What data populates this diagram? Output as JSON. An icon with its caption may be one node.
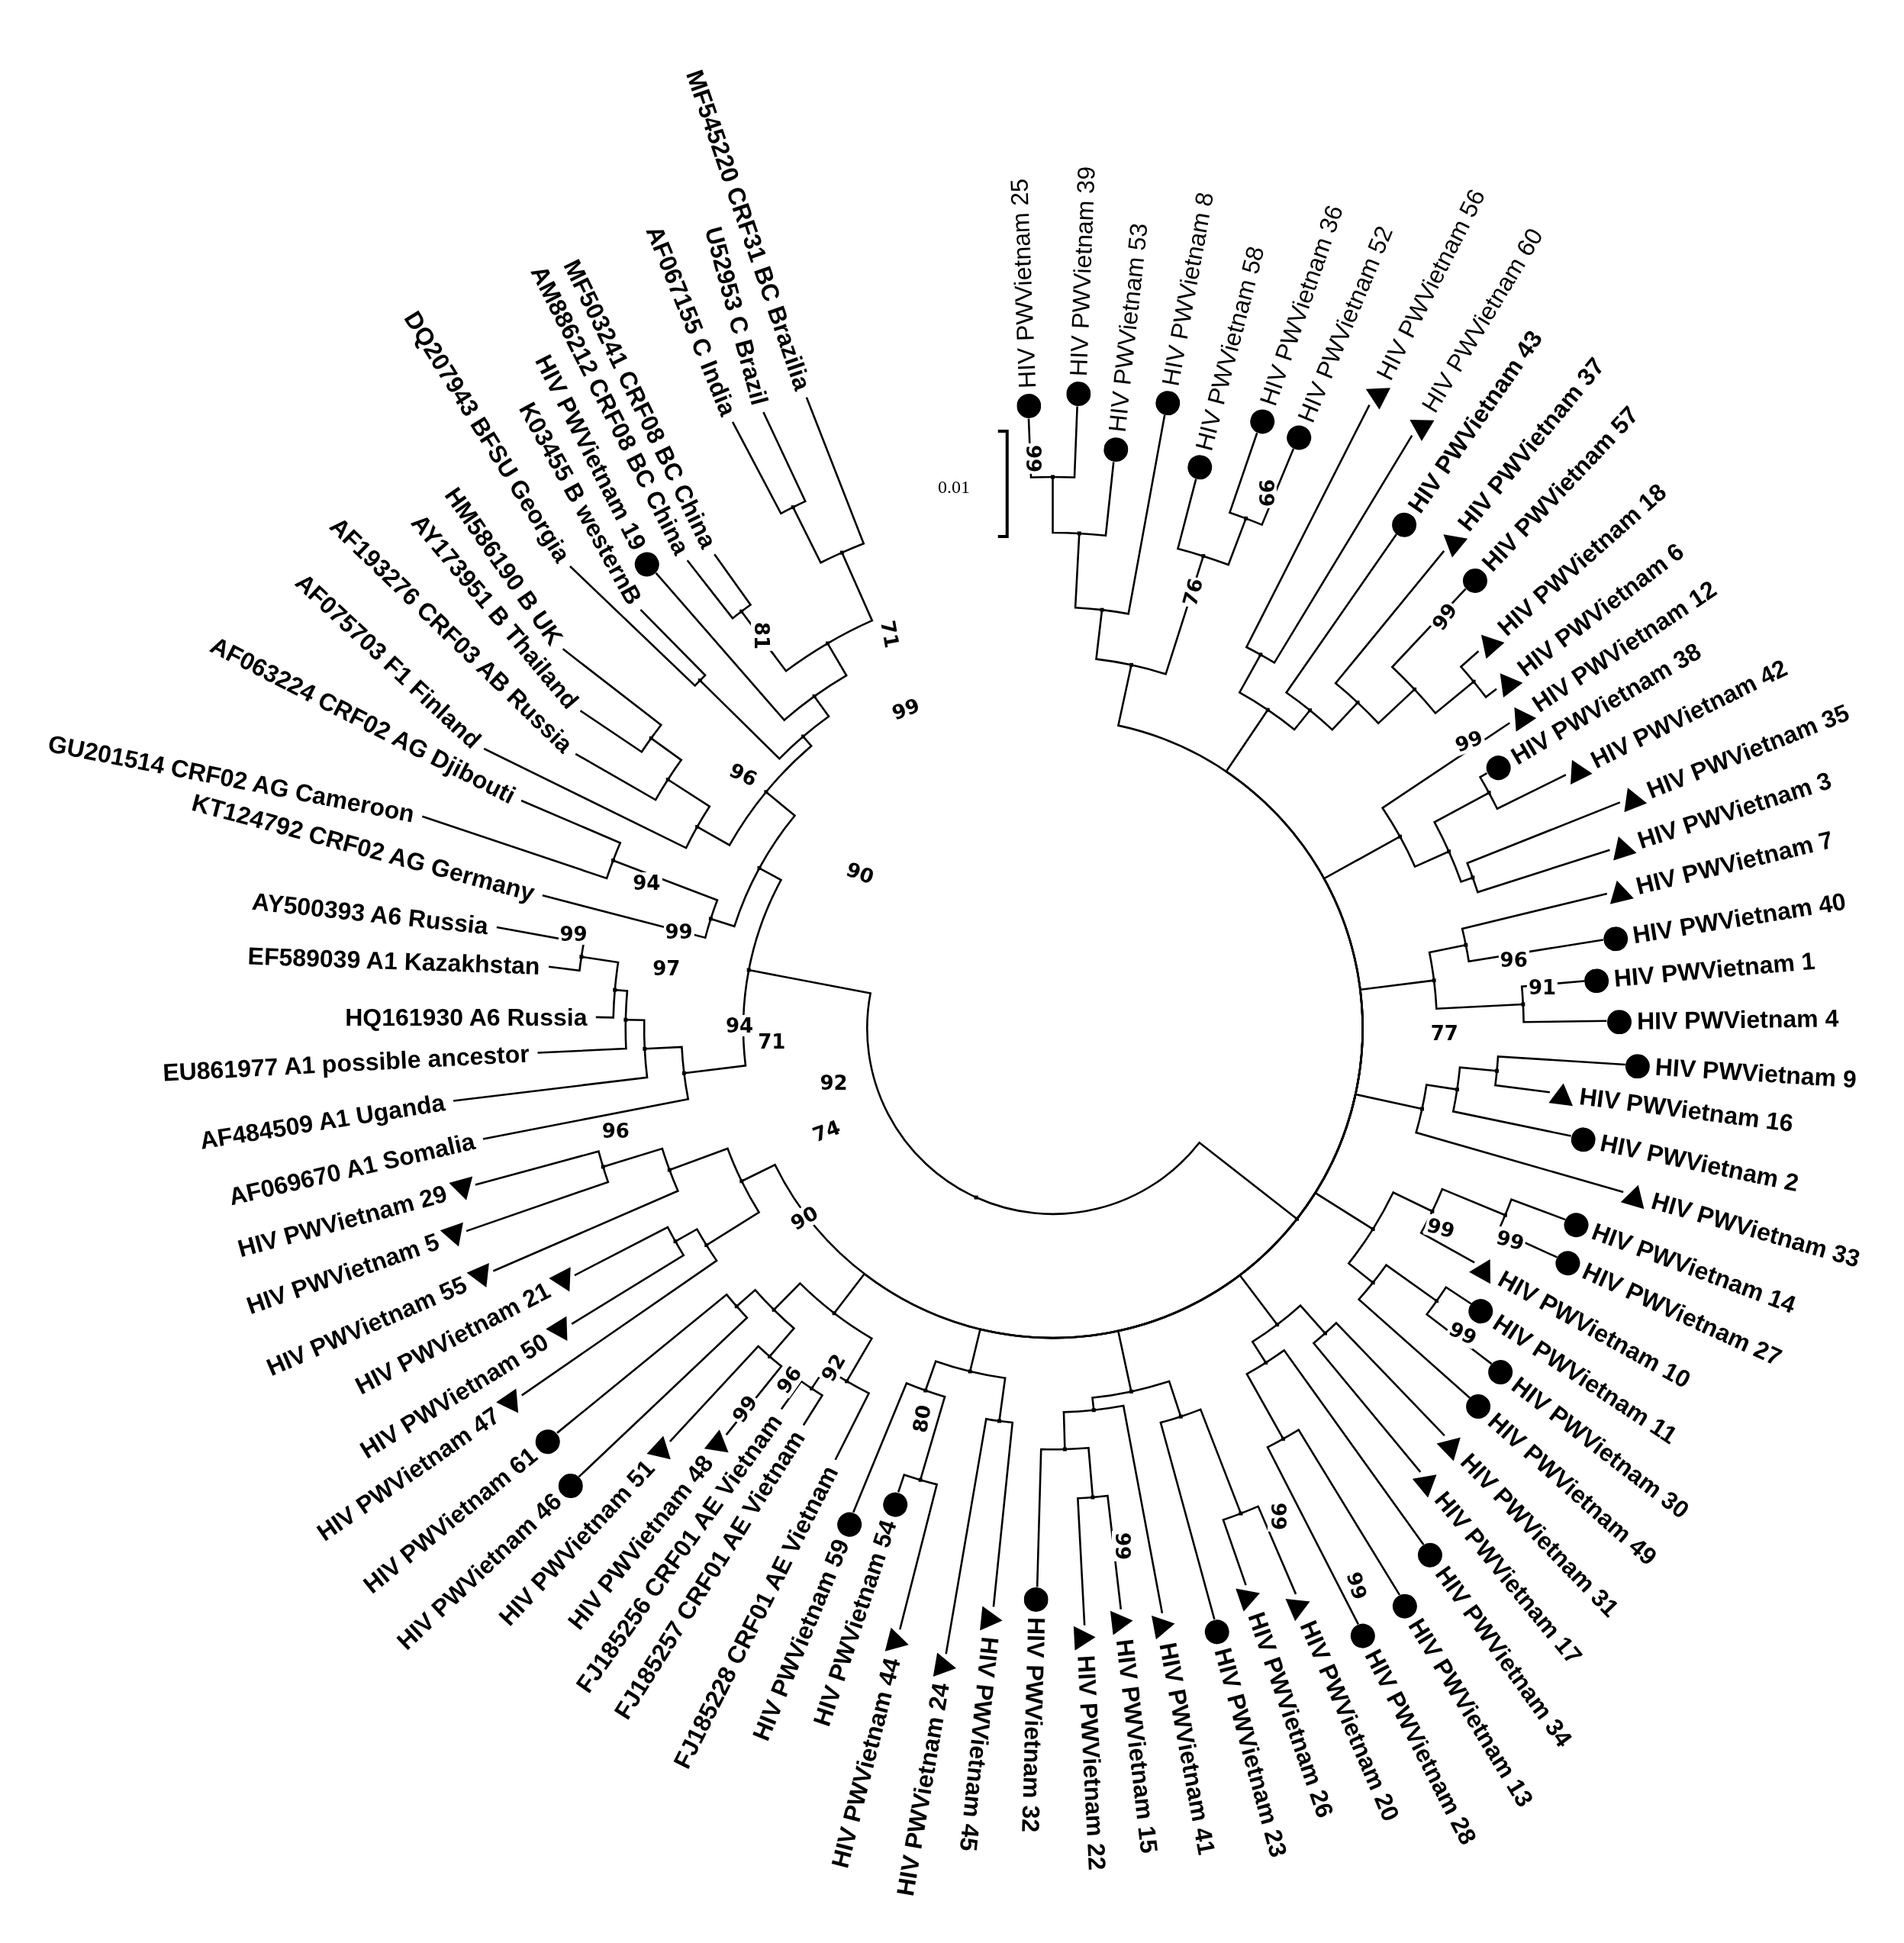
{
  "diagram": {
    "nodes": [
      {
        "text": [
          "HIV PWVietnam 25"
        ]
      },
      {
        "text": [
          "HIV PWVietnam 39"
        ]
      },
      {
        "text": [
          "HIV PWVietnam 53"
        ]
      },
      {
        "text": [
          "HIV PWVietnam 8"
        ]
      },
      {
        "text": [
          "HIV PWVietnam 58"
        ]
      },
      {
        "text": [
          "HIV PWVietnam 36"
        ]
      },
      {
        "text": [
          "HIV PWVietnam 52"
        ]
      },
      {
        "text": [
          "HIV PWVietnam 56"
        ]
      },
      {
        "text": [
          "HIV PWVietnam 60"
        ]
      },
      {
        "text": [
          "HIV PWVietnam 43"
        ]
      },
      {
        "text": [
          "HIV PWVietnam 37"
        ]
      },
      {
        "text": [
          "HIV PWVietnam 57"
        ]
      },
      {
        "text": [
          "HIV PWVietnam 18"
        ]
      },
      {
        "text": [
          "HIV PWVietnam 6"
        ]
      },
      {
        "text": [
          "HIV PWVietnam 12"
        ]
      },
      {
        "text": [
          "HIV PWVietnam 38"
        ]
      },
      {
        "text": [
          "HIV PWVietnam 42"
        ]
      },
      {
        "text": [
          "HIV PWVietnam 35"
        ]
      },
      {
        "text": [
          "HIV PWVietnam 3"
        ]
      },
      {
        "text": [
          "HIV PWVietnam 7"
        ]
      },
      {
        "text": [
          "HIV PWVietnam 40"
        ]
      },
      {
        "text": [
          "HIV PWVietnam 1"
        ]
      },
      {
        "text": [
          "HIV PWVietnam 4"
        ]
      },
      {
        "text": [
          "HIV PWVietnam 9"
        ]
      },
      {
        "text": [
          "HIV PWVietnam 16"
        ]
      },
      {
        "text": [
          "HIV PWVietnam 2"
        ]
      },
      {
        "text": [
          "HIV PWVietnam 33"
        ]
      },
      {
        "text": [
          "HIV PWVietnam 14"
        ]
      },
      {
        "text": [
          "HIV PWVietnam 27"
        ]
      },
      {
        "text": [
          "HIV PWVietnam 10"
        ]
      },
      {
        "text": [
          "HIV PWVietnam 11"
        ]
      },
      {
        "text": [
          "HIV PWVietnam 30"
        ]
      },
      {
        "text": [
          "HIV PWVietnam 49"
        ]
      },
      {
        "text": [
          "HIV PWVietnam 31"
        ]
      },
      {
        "text": [
          "HIV PWVietnam 17"
        ]
      },
      {
        "text": [
          "HIV PWVietnam 34"
        ]
      },
      {
        "text": [
          "HIV PWVietnam 13"
        ]
      },
      {
        "text": [
          "HIV PWVietnam 28"
        ]
      },
      {
        "text": [
          "HIV PWVietnam 20"
        ]
      },
      {
        "text": [
          "HIV PWVietnam 26"
        ]
      },
      {
        "text": [
          "HIV PWVietnam 23"
        ]
      },
      {
        "text": [
          "HIV PWVietnam 41"
        ]
      },
      {
        "text": [
          "HIV PWVietnam 15"
        ]
      },
      {
        "text": [
          "HIV PWVietnam 22"
        ]
      },
      {
        "text": [
          "HIV PWVietnam 32"
        ]
      },
      {
        "text": [
          "HIV PWVietnam 45"
        ]
      },
      {
        "text": [
          "HIV PWVietnam 24"
        ]
      },
      {
        "text": [
          "HIV PWVietnam 44"
        ]
      },
      {
        "text": [
          "HIV PWVietnam 54"
        ]
      },
      {
        "text": [
          "HIV PWVietnam 59"
        ]
      },
      {
        "text": [
          "FJ185228 CRF01 AE Vietnam"
        ]
      },
      {
        "text": [
          "FJ185257 CRF01 AE Vietnam"
        ]
      },
      {
        "text": [
          "FJ185256 CRF01 AE Vietnam"
        ]
      },
      {
        "text": [
          "HIV PWVietnam 48"
        ]
      },
      {
        "text": [
          "HIV PWVietnam 51"
        ]
      },
      {
        "text": [
          "HIV PWVietnam 46"
        ]
      },
      {
        "text": [
          "HIV PWVietnam 61"
        ]
      },
      {
        "text": [
          "HIV PWVietnam 47"
        ]
      },
      {
        "text": [
          "HIV PWVietnam 50"
        ]
      },
      {
        "text": [
          "HIV PWVietnam 21"
        ]
      },
      {
        "text": [
          "HIV PWVietnam 55"
        ]
      },
      {
        "text": [
          "HIV PWVietnam 5"
        ]
      },
      {
        "text": [
          "HIV PWVietnam 29"
        ]
      },
      {
        "text": [
          "AF069670 A1 Somalia"
        ]
      },
      {
        "text": [
          "AF484509 A1 Uganda"
        ]
      },
      {
        "text": [
          "EU861977 A1 possible ancestor"
        ]
      },
      {
        "text": [
          "HQ161930 A6 Russia"
        ]
      },
      {
        "text": [
          "EF589039 A1 Kazakhstan"
        ]
      },
      {
        "text": [
          "AY500393 A6 Russia"
        ]
      },
      {
        "text": [
          "KT124792 CRF02 AG Germany"
        ]
      },
      {
        "text": [
          "GU201514 CRF02 AG Cameroon"
        ]
      },
      {
        "text": [
          "AF063224 CRF02 AG Djibouti"
        ]
      },
      {
        "text": [
          "AF075703 F1 Finland"
        ]
      },
      {
        "text": [
          "AF193276 CRF03 AB Russia"
        ]
      },
      {
        "text": [
          "AY173951 B Thailand"
        ]
      },
      {
        "text": [
          "HM586190 B UK"
        ]
      },
      {
        "text": [
          "DQ207943 BFSU Georgia"
        ]
      },
      {
        "text": [
          "K03455 B westernB"
        ]
      },
      {
        "text": [
          "HIV PWVietnam 19"
        ]
      },
      {
        "text": [
          "AM886212 CRF08 BC China"
        ]
      },
      {
        "text": [
          "MF503241 CRF08 BC China"
        ]
      },
      {
        "text": [
          "AF067155 C India"
        ]
      },
      {
        "text": [
          "U52953 C Brazil"
        ]
      },
      {
        "text": [
          "MF545220 CRF31 BC Brazilia"
        ]
      },
      {
        "text": [],
        "shape": "point"
      },
      {
        "text": [],
        "shape": "point"
      },
      {
        "text": [],
        "shape": "point"
      },
      {
        "text": [],
        "shape": "point"
      },
      {
        "text": [],
        "shape": "point"
      },
      {
        "text": [],
        "shape": "point"
      },
      {
        "text": [],
        "shape": "point"
      },
      {
        "text": [],
        "shape": "point"
      },
      {
        "text": [],
        "shape": "point"
      },
      {
        "text": [],
        "shape": "point"
      },
      {
        "text": [],
        "shape": "point"
      },
      {
        "text": [],
        "shape": "point"
      },
      {
        "text": [],
        "shape": "point"
      },
      {
        "text": [],
        "shape": "point"
      },
      {
        "text": [],
        "shape": "point"
      },
      {
        "text": [],
        "shape": "point"
      },
      {
        "text": [],
        "shape": "point"
      },
      {
        "text": [],
        "shape": "point"
      },
      {
        "text": [],
        "shape": "point"
      },
      {
        "text": [],
        "shape": "point"
      },
      {
        "text": [],
        "shape": "point"
      },
      {
        "text": [],
        "shape": "point"
      },
      {
        "text": [],
        "shape": "point"
      },
      {
        "text": [],
        "shape": "point"
      },
      {
        "text": [],
        "shape": "point"
      },
      {
        "text": [],
        "shape": "point"
      },
      {
        "text": [],
        "shape": "point"
      },
      {
        "text": [],
        "shape": "point"
      },
      {
        "text": [],
        "shape": "point"
      },
      {
        "text": [],
        "shape": "point"
      },
      {
        "text": [],
        "shape": "point"
      },
      {
        "text": [],
        "shape": "point"
      },
      {
        "text": [],
        "shape": "point"
      },
      {
        "text": [],
        "shape": "point"
      },
      {
        "text": [],
        "shape": "point"
      },
      {
        "text": [],
        "shape": "point"
      },
      {
        "text": [],
        "shape": "point"
      },
      {
        "text": [],
        "shape": "point"
      },
      {
        "text": [],
        "shape": "point"
      },
      {
        "text": [],
        "shape": "point"
      },
      {
        "text": [],
        "shape": "point"
      },
      {
        "text": [],
        "shape": "point"
      },
      {
        "text": [],
        "shape": "point"
      },
      {
        "text": [],
        "shape": "point"
      },
      {
        "text": [],
        "shape": "point"
      },
      {
        "text": [],
        "shape": "point"
      },
      {
        "text": [],
        "shape": "point"
      },
      {
        "text": [],
        "shape": "point"
      },
      {
        "text": [],
        "shape": "point"
      },
      {
        "text": [],
        "shape": "point"
      },
      {
        "text": [],
        "shape": "point"
      },
      {
        "text": [],
        "shape": "point"
      },
      {
        "text": [],
        "shape": "point"
      },
      {
        "text": [],
        "shape": "point"
      },
      {
        "text": [],
        "shape": "point"
      },
      {
        "text": [],
        "shape": "point"
      },
      {
        "text": [],
        "shape": "point"
      },
      {
        "text": [],
        "shape": "point"
      },
      {
        "text": [],
        "shape": "point"
      },
      {
        "text": [],
        "shape": "point"
      },
      {
        "text": [],
        "shape": "point"
      },
      {
        "text": [],
        "shape": "point"
      },
      {
        "text": [],
        "shape": "point"
      },
      {
        "text": [],
        "shape": "point"
      },
      {
        "text": [],
        "shape": "point"
      },
      {
        "text": [],
        "shape": "point"
      },
      {
        "text": [],
        "shape": "point"
      },
      {
        "text": [],
        "shape": "point"
      },
      {
        "text": [],
        "shape": "point"
      },
      {
        "text": [],
        "shape": "point"
      },
      {
        "text": [],
        "shape": "point"
      },
      {
        "text": [],
        "shape": "point"
      },
      {
        "text": [],
        "shape": "point"
      },
      {
        "text": [],
        "shape": "point"
      }
    ],
    "edges": [
      {
        "from": 84,
        "to": 85,
        "arrow": "none"
      },
      {
        "from": 84,
        "to": 138,
        "arrow": "none"
      },
      {
        "from": 85,
        "to": 86,
        "arrow": "none"
      },
      {
        "from": 85,
        "to": 92,
        "arrow": "none"
      },
      {
        "from": 85,
        "to": 98,
        "arrow": "none"
      },
      {
        "from": 85,
        "to": 102,
        "arrow": "none"
      },
      {
        "from": 85,
        "to": 105,
        "arrow": "none"
      },
      {
        "from": 85,
        "to": 108,
        "arrow": "none"
      },
      {
        "from": 85,
        "to": 113,
        "arrow": "none"
      },
      {
        "from": 85,
        "to": 117,
        "arrow": "none"
      },
      {
        "from": 85,
        "to": 123,
        "arrow": "none"
      },
      {
        "from": 85,
        "to": 127,
        "arrow": "none"
      },
      {
        "from": 85,
        "to": 133,
        "arrow": "none"
      },
      {
        "from": 86,
        "to": 87,
        "arrow": "none"
      },
      {
        "from": 86,
        "to": 90,
        "arrow": "none"
      },
      {
        "from": 87,
        "to": 88,
        "arrow": "none"
      },
      {
        "from": 87,
        "to": 3,
        "arrow": "none"
      },
      {
        "from": 88,
        "to": 89,
        "arrow": "none"
      },
      {
        "from": 88,
        "to": 2,
        "arrow": "none"
      },
      {
        "from": 89,
        "to": 0,
        "arrow": "none"
      },
      {
        "from": 89,
        "to": 1,
        "arrow": "none"
      },
      {
        "from": 90,
        "to": 4,
        "arrow": "none"
      },
      {
        "from": 90,
        "to": 91,
        "arrow": "none"
      },
      {
        "from": 91,
        "to": 5,
        "arrow": "none"
      },
      {
        "from": 91,
        "to": 6,
        "arrow": "none"
      },
      {
        "from": 92,
        "to": 93,
        "arrow": "none"
      },
      {
        "from": 92,
        "to": 94,
        "arrow": "none"
      },
      {
        "from": 93,
        "to": 7,
        "arrow": "none"
      },
      {
        "from": 93,
        "to": 8,
        "arrow": "none"
      },
      {
        "from": 94,
        "to": 9,
        "arrow": "none"
      },
      {
        "from": 94,
        "to": 95,
        "arrow": "none"
      },
      {
        "from": 95,
        "to": 10,
        "arrow": "none"
      },
      {
        "from": 95,
        "to": 96,
        "arrow": "none"
      },
      {
        "from": 96,
        "to": 11,
        "arrow": "none"
      },
      {
        "from": 96,
        "to": 97,
        "arrow": "none"
      },
      {
        "from": 97,
        "to": 12,
        "arrow": "none"
      },
      {
        "from": 97,
        "to": 13,
        "arrow": "none"
      },
      {
        "from": 98,
        "to": 14,
        "arrow": "none"
      },
      {
        "from": 98,
        "to": 99,
        "arrow": "none"
      },
      {
        "from": 99,
        "to": 100,
        "arrow": "none"
      },
      {
        "from": 99,
        "to": 101,
        "arrow": "none"
      },
      {
        "from": 100,
        "to": 15,
        "arrow": "none"
      },
      {
        "from": 100,
        "to": 16,
        "arrow": "none"
      },
      {
        "from": 101,
        "to": 17,
        "arrow": "none"
      },
      {
        "from": 101,
        "to": 18,
        "arrow": "none"
      },
      {
        "from": 102,
        "to": 103,
        "arrow": "none"
      },
      {
        "from": 102,
        "to": 104,
        "arrow": "none"
      },
      {
        "from": 103,
        "to": 19,
        "arrow": "none"
      },
      {
        "from": 103,
        "to": 20,
        "arrow": "none"
      },
      {
        "from": 104,
        "to": 21,
        "arrow": "none"
      },
      {
        "from": 104,
        "to": 22,
        "arrow": "none"
      },
      {
        "from": 105,
        "to": 106,
        "arrow": "none"
      },
      {
        "from": 105,
        "to": 26,
        "arrow": "none"
      },
      {
        "from": 106,
        "to": 107,
        "arrow": "none"
      },
      {
        "from": 106,
        "to": 25,
        "arrow": "none"
      },
      {
        "from": 107,
        "to": 23,
        "arrow": "none"
      },
      {
        "from": 107,
        "to": 24,
        "arrow": "none"
      },
      {
        "from": 108,
        "to": 109,
        "arrow": "none"
      },
      {
        "from": 108,
        "to": 111,
        "arrow": "none"
      },
      {
        "from": 109,
        "to": 110,
        "arrow": "none"
      },
      {
        "from": 109,
        "to": 29,
        "arrow": "none"
      },
      {
        "from": 110,
        "to": 27,
        "arrow": "none"
      },
      {
        "from": 110,
        "to": 28,
        "arrow": "none"
      },
      {
        "from": 111,
        "to": 112,
        "arrow": "none"
      },
      {
        "from": 111,
        "to": 32,
        "arrow": "none"
      },
      {
        "from": 112,
        "to": 30,
        "arrow": "none"
      },
      {
        "from": 112,
        "to": 31,
        "arrow": "none"
      },
      {
        "from": 113,
        "to": 114,
        "arrow": "none"
      },
      {
        "from": 113,
        "to": 115,
        "arrow": "none"
      },
      {
        "from": 114,
        "to": 33,
        "arrow": "none"
      },
      {
        "from": 114,
        "to": 34,
        "arrow": "none"
      },
      {
        "from": 115,
        "to": 35,
        "arrow": "none"
      },
      {
        "from": 115,
        "to": 116,
        "arrow": "none"
      },
      {
        "from": 116,
        "to": 36,
        "arrow": "none"
      },
      {
        "from": 116,
        "to": 37,
        "arrow": "none"
      },
      {
        "from": 117,
        "to": 118,
        "arrow": "none"
      },
      {
        "from": 117,
        "to": 120,
        "arrow": "none"
      },
      {
        "from": 118,
        "to": 119,
        "arrow": "none"
      },
      {
        "from": 118,
        "to": 40,
        "arrow": "none"
      },
      {
        "from": 119,
        "to": 38,
        "arrow": "none"
      },
      {
        "from": 119,
        "to": 39,
        "arrow": "none"
      },
      {
        "from": 120,
        "to": 41,
        "arrow": "none"
      },
      {
        "from": 120,
        "to": 121,
        "arrow": "none"
      },
      {
        "from": 121,
        "to": 122,
        "arrow": "none"
      },
      {
        "from": 121,
        "to": 44,
        "arrow": "none"
      },
      {
        "from": 122,
        "to": 42,
        "arrow": "none"
      },
      {
        "from": 122,
        "to": 43,
        "arrow": "none"
      },
      {
        "from": 123,
        "to": 124,
        "arrow": "none"
      },
      {
        "from": 123,
        "to": 125,
        "arrow": "none"
      },
      {
        "from": 124,
        "to": 45,
        "arrow": "none"
      },
      {
        "from": 124,
        "to": 46,
        "arrow": "none"
      },
      {
        "from": 125,
        "to": 126,
        "arrow": "none"
      },
      {
        "from": 125,
        "to": 49,
        "arrow": "none"
      },
      {
        "from": 126,
        "to": 47,
        "arrow": "none"
      },
      {
        "from": 126,
        "to": 48,
        "arrow": "none"
      },
      {
        "from": 127,
        "to": 128,
        "arrow": "none"
      },
      {
        "from": 127,
        "to": 130,
        "arrow": "none"
      },
      {
        "from": 128,
        "to": 50,
        "arrow": "none"
      },
      {
        "from": 128,
        "to": 129,
        "arrow": "none"
      },
      {
        "from": 129,
        "to": 51,
        "arrow": "none"
      },
      {
        "from": 129,
        "to": 52,
        "arrow": "none"
      },
      {
        "from": 130,
        "to": 131,
        "arrow": "none"
      },
      {
        "from": 130,
        "to": 132,
        "arrow": "none"
      },
      {
        "from": 131,
        "to": 53,
        "arrow": "none"
      },
      {
        "from": 131,
        "to": 54,
        "arrow": "none"
      },
      {
        "from": 132,
        "to": 55,
        "arrow": "none"
      },
      {
        "from": 132,
        "to": 56,
        "arrow": "none"
      },
      {
        "from": 133,
        "to": 134,
        "arrow": "none"
      },
      {
        "from": 133,
        "to": 136,
        "arrow": "none"
      },
      {
        "from": 134,
        "to": 57,
        "arrow": "none"
      },
      {
        "from": 134,
        "to": 135,
        "arrow": "none"
      },
      {
        "from": 135,
        "to": 58,
        "arrow": "none"
      },
      {
        "from": 135,
        "to": 59,
        "arrow": "none"
      },
      {
        "from": 136,
        "to": 60,
        "arrow": "none"
      },
      {
        "from": 136,
        "to": 137,
        "arrow": "none"
      },
      {
        "from": 137,
        "to": 61,
        "arrow": "none"
      },
      {
        "from": 137,
        "to": 62,
        "arrow": "none"
      },
      {
        "from": 138,
        "to": 139,
        "arrow": "none"
      },
      {
        "from": 138,
        "to": 144,
        "arrow": "none"
      },
      {
        "from": 139,
        "to": 63,
        "arrow": "none"
      },
      {
        "from": 139,
        "to": 140,
        "arrow": "none"
      },
      {
        "from": 140,
        "to": 64,
        "arrow": "none"
      },
      {
        "from": 140,
        "to": 141,
        "arrow": "none"
      },
      {
        "from": 141,
        "to": 65,
        "arrow": "none"
      },
      {
        "from": 141,
        "to": 142,
        "arrow": "none"
      },
      {
        "from": 142,
        "to": 66,
        "arrow": "none"
      },
      {
        "from": 142,
        "to": 143,
        "arrow": "none"
      },
      {
        "from": 143,
        "to": 67,
        "arrow": "none"
      },
      {
        "from": 143,
        "to": 68,
        "arrow": "none"
      },
      {
        "from": 144,
        "to": 145,
        "arrow": "none"
      },
      {
        "from": 144,
        "to": 147,
        "arrow": "none"
      },
      {
        "from": 145,
        "to": 69,
        "arrow": "none"
      },
      {
        "from": 145,
        "to": 146,
        "arrow": "none"
      },
      {
        "from": 146,
        "to": 70,
        "arrow": "none"
      },
      {
        "from": 146,
        "to": 71,
        "arrow": "none"
      },
      {
        "from": 147,
        "to": 148,
        "arrow": "none"
      },
      {
        "from": 147,
        "to": 151,
        "arrow": "none"
      },
      {
        "from": 148,
        "to": 72,
        "arrow": "none"
      },
      {
        "from": 148,
        "to": 149,
        "arrow": "none"
      },
      {
        "from": 149,
        "to": 73,
        "arrow": "none"
      },
      {
        "from": 149,
        "to": 150,
        "arrow": "none"
      },
      {
        "from": 150,
        "to": 74,
        "arrow": "none"
      },
      {
        "from": 150,
        "to": 75,
        "arrow": "none"
      },
      {
        "from": 151,
        "to": 152,
        "arrow": "none"
      },
      {
        "from": 151,
        "to": 153,
        "arrow": "none"
      },
      {
        "from": 152,
        "to": 76,
        "arrow": "none"
      },
      {
        "from": 152,
        "to": 77,
        "arrow": "none"
      },
      {
        "from": 153,
        "to": 78,
        "arrow": "none"
      },
      {
        "from": 153,
        "to": 154,
        "arrow": "none"
      },
      {
        "from": 154,
        "to": 155,
        "arrow": "none"
      },
      {
        "from": 154,
        "to": 156,
        "arrow": "none"
      },
      {
        "from": 155,
        "to": 79,
        "arrow": "none"
      },
      {
        "from": 155,
        "to": 80,
        "arrow": "none"
      },
      {
        "from": 156,
        "to": 157,
        "arrow": "none"
      },
      {
        "from": 156,
        "to": 83,
        "arrow": "none"
      },
      {
        "from": 157,
        "to": 81,
        "arrow": "none"
      },
      {
        "from": 157,
        "to": 82,
        "arrow": "none"
      }
    ],
    "labels": [
      "0.01",
      "99",
      "76",
      "99",
      "99",
      "99",
      "96",
      "91",
      "77",
      "99",
      "99",
      "99",
      "99",
      "99",
      "99",
      "80",
      "92",
      "96",
      "99",
      "90",
      "74",
      "92",
      "71",
      "94",
      "97",
      "99",
      "96",
      "94",
      "99",
      "90",
      "96",
      "81",
      "71",
      "99"
    ]
  }
}
